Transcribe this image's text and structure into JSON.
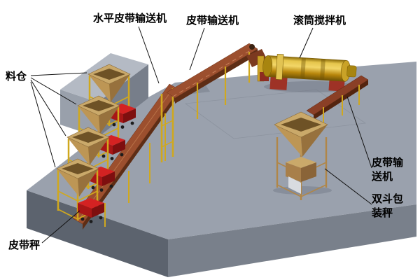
{
  "labels": {
    "silo": "料仓",
    "horizontal_belt_conveyor": "水平皮带输送机",
    "belt_conveyor_top": "皮带输送机",
    "drum_mixer": "滚筒搅拌机",
    "belt_conveyor_right": "皮带输送机",
    "double_hopper_packing_scale": "双斗包装秤",
    "belt_scale": "皮带秤"
  },
  "colors": {
    "platform_top": "#9aa1ad",
    "platform_front": "#5c636e",
    "platform_side": "#79808b",
    "wall_top": "#b4bac4",
    "hopper_tan": "#caa96a",
    "frame_yellow": "#d0a81e",
    "cart_red": "#d42222",
    "conveyor_brown": "#9c4f2e",
    "drum_gold": "#d4a820",
    "support_red": "#9e3226",
    "leader_line": "#111111"
  }
}
